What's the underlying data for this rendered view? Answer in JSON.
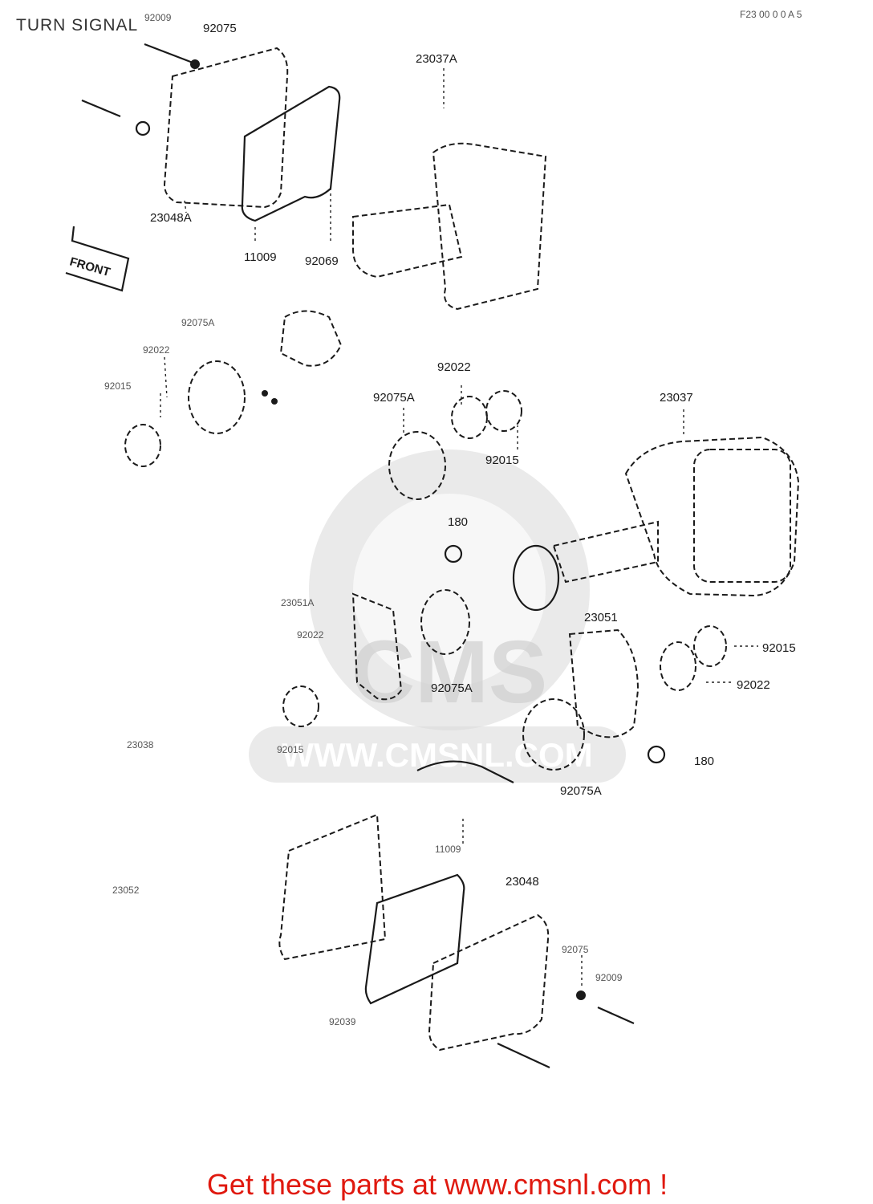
{
  "title": "TURN SIGNAL",
  "corner_code": "F23 00 0 0 A 5",
  "front_marker": "FRONT",
  "watermark": {
    "brand": "CMS",
    "url": "WWW.CMSNL.COM"
  },
  "footer": "Get these parts at www.cmsnl.com !",
  "labels": {
    "p23037A": "23037A",
    "p23048A": "23048A",
    "p11009_top": "11009",
    "p92069_top": "92069",
    "p92075_tl": "92075",
    "p92009_tl": "92009",
    "p92075A_l": "92075A",
    "p92022_l": "92022",
    "p92015_l": "92015",
    "p92022_c": "92022",
    "p92075A_c": "92075A",
    "p92015_c": "92015",
    "p23037": "23037",
    "p180_c": "180",
    "p23051A": "23051A",
    "p92022_m": "92022",
    "p92075A_m": "92075A",
    "p92015_m": "92015",
    "p23051": "23051",
    "p92015_r": "92015",
    "p92022_r": "92022",
    "p180_r": "180",
    "p92075A_r": "92075A",
    "p23038": "23038",
    "p11009_bot": "11009",
    "p23052": "23052",
    "p23048": "23048",
    "p92075_br": "92075",
    "p92009_br": "92009",
    "p92039": "92039"
  }
}
